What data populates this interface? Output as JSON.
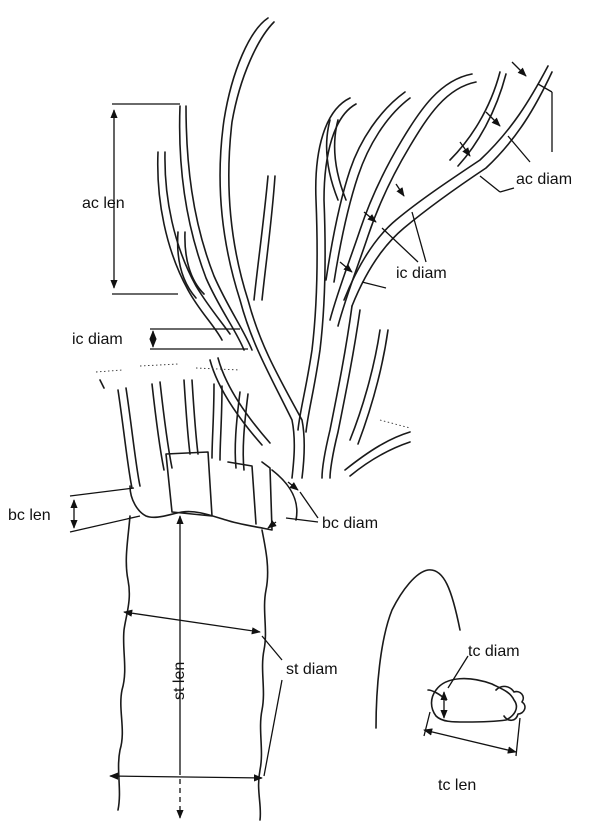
{
  "labels": {
    "ac_len": "ac len",
    "ac_diam": "ac diam",
    "ic_diam_upper": "ic diam",
    "ic_diam_left": "ic diam",
    "bc_len": "bc len",
    "bc_diam": "bc diam",
    "st_len": "st len",
    "st_diam": "st diam",
    "tc_diam": "tc diam",
    "tc_len": "tc len"
  },
  "colors": {
    "ink": "#111111",
    "background": "#ffffff"
  }
}
